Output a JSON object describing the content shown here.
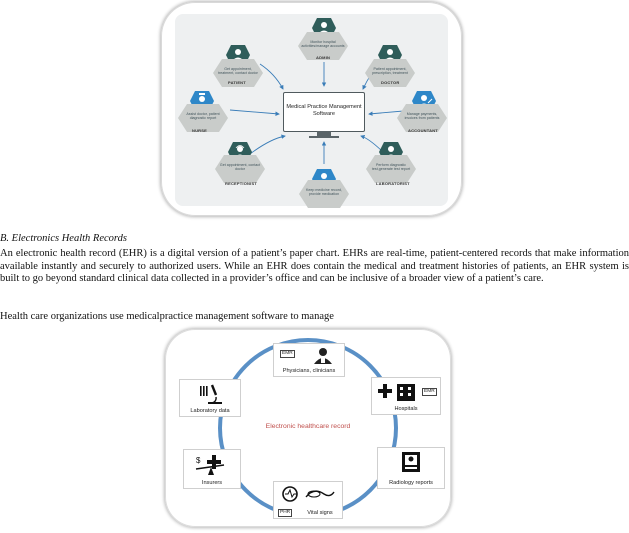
{
  "figure1": {
    "center": "Medical Practice Management Software",
    "nodes": [
      {
        "id": "admin",
        "label": "ADMIN",
        "text": "Monitor hospital activities/manage accounts"
      },
      {
        "id": "patient",
        "label": "PATIENT",
        "text": "Get appointment, treatment, contact doctor"
      },
      {
        "id": "doctor",
        "label": "DOCTOR",
        "text": "Patient appointment, prescription, treatment"
      },
      {
        "id": "nurse",
        "label": "NURSE",
        "text": "Assist doctor, patient diagnostic report"
      },
      {
        "id": "accountant",
        "label": "ACCOUNTANT",
        "text": "Manage payments, invoices from patients"
      },
      {
        "id": "receptionist",
        "label": "RECEPTIONIST",
        "text": "Get appointment, contact doctor"
      },
      {
        "id": "laboratorist",
        "label": "LABORATORIST",
        "text": "Perform diagnostic test,generate test report"
      },
      {
        "id": "pharmacist",
        "label": "",
        "text": "Keep medicine record, provide medication"
      }
    ],
    "colors": {
      "hex_dark": "#2f5d5a",
      "hex_light": "#c9ccca",
      "accent_blue": "#2e87c8",
      "arrow": "#3a7db8"
    }
  },
  "section": {
    "heading": "B.    Electronics Health Records",
    "paragraph": "An electronic health record (EHR) is a digital version of a patient’s paper chart. EHRs are real-time, patient-centered records that make information available instantly and securely to authorized users. While an EHR does contain the medical and treatment histories of patients, an EHR system is built to go beyond standard clinical data collected in a provider’s office and can be inclusive of a broader view of a patient’s care.",
    "paragraph2": "Health care organizations use medicalpractice  management  software  to  manage"
  },
  "figure2": {
    "center": "Electronic healthcare record",
    "cards": {
      "physicians": {
        "tag": "EMR",
        "label": "Physicians, clinicians"
      },
      "hospitals": {
        "tag": "EMR",
        "label": "Hospitals"
      },
      "laboratory": {
        "label": "Laboratory data"
      },
      "insurers": {
        "label": "Insurers"
      },
      "radiology": {
        "label": "Radiology reports"
      },
      "vital": {
        "tag": "PHR",
        "label": "Vital signs"
      }
    },
    "colors": {
      "ring": "#5a90c6",
      "center_text": "#c0504d"
    }
  }
}
